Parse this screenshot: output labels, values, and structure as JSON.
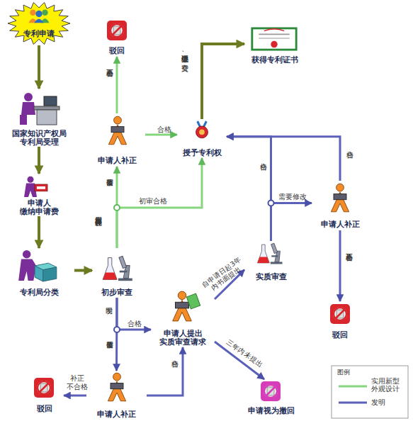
{
  "diagram": {
    "nodes": [
      {
        "text": [
          "专利申请"
        ]
      },
      {
        "text": [
          "国家知识产权局 专利局受理"
        ]
      },
      {
        "text": [
          "申请人 缴纳申请费"
        ]
      },
      {
        "text": [
          "专利局分类"
        ]
      },
      {
        "text": [
          "初步审查"
        ]
      },
      {
        "text": [
          "驳回"
        ]
      },
      {
        "text": [
          "申请人补正"
        ]
      },
      {
        "text": [
          "授予专利权"
        ]
      },
      {
        "text": [
          "获得专利证书"
        ]
      },
      {
        "text": [
          "申请人提出 实质审查请求"
        ]
      },
      {
        "text": [
          "实质审查"
        ]
      },
      {
        "text": [
          "申请人补正"
        ]
      },
      {
        "text": [
          "驳回"
        ]
      },
      {
        "text": [
          "申请视为撤回"
        ]
      },
      {
        "text": [
          "申请人补正"
        ]
      },
      {
        "text": [
          "驳回"
        ]
      }
    ],
    "edges": [
      {
        "from": 0,
        "to": 1,
        "arrow": "to"
      },
      {
        "from": 1,
        "to": 2,
        "arrow": "to"
      },
      {
        "from": 2,
        "to": 3,
        "arrow": "to"
      },
      {
        "from": 3,
        "to": 4,
        "arrow": "to"
      },
      {
        "from": 4,
        "to": 6,
        "arrow": "to",
        "label": "需要修改"
      },
      {
        "from": 4,
        "to": 7,
        "arrow": "to",
        "label": "初审合格"
      },
      {
        "from": 6,
        "to": 5,
        "arrow": "to",
        "label": "补正不合格"
      },
      {
        "from": 6,
        "to": 7,
        "arrow": "to",
        "label": "合格"
      },
      {
        "from": 7,
        "to": 8,
        "arrow": "to",
        "label": "办理登记手续、 交费"
      },
      {
        "from": 4,
        "to": 9,
        "arrow": "to",
        "label": "合格"
      },
      {
        "from": 4,
        "to": 14,
        "arrow": "to",
        "label": "需要修改"
      },
      {
        "from": 14,
        "to": 15,
        "arrow": "to",
        "label": "补正 不合格"
      },
      {
        "from": 14,
        "to": 9,
        "arrow": "to",
        "label": "合格"
      },
      {
        "from": 9,
        "to": 10,
        "arrow": "to",
        "label": "自申请日起3年 内书面提出"
      },
      {
        "from": 9,
        "to": 13,
        "arrow": "to",
        "label": "三年内未提出"
      },
      {
        "from": 10,
        "to": 7,
        "arrow": "to",
        "label": "合格"
      },
      {
        "from": 10,
        "to": 11,
        "arrow": "to",
        "label": "需要修改"
      },
      {
        "from": 11,
        "to": 7,
        "arrow": "to",
        "label": "合格"
      },
      {
        "from": 11,
        "to": 12,
        "arrow": "to",
        "label": "补正不合格"
      }
    ],
    "labels": [
      "实用新型 外观设计",
      "发明",
      "图例"
    ],
    "legend": [
      {
        "text": "实用新型 外观设计"
      },
      {
        "text": "发明"
      }
    ]
  }
}
